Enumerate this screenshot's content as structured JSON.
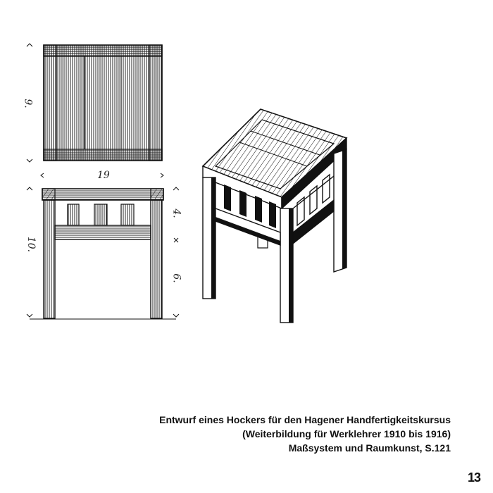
{
  "drawing": {
    "dim_top_height": "9.",
    "dim_width": "19",
    "dim_side_height": "10.",
    "dim_rail": "4.",
    "dim_leg": "6."
  },
  "caption": {
    "line1": "Entwurf eines Hockers für den Hagener Handfertigkeitskursus",
    "line2": "(Weiterbildung für Werklehrer 1910 bis 1916)",
    "line3": "Maßsystem und Raumkunst, S.121"
  },
  "page_number": "13"
}
